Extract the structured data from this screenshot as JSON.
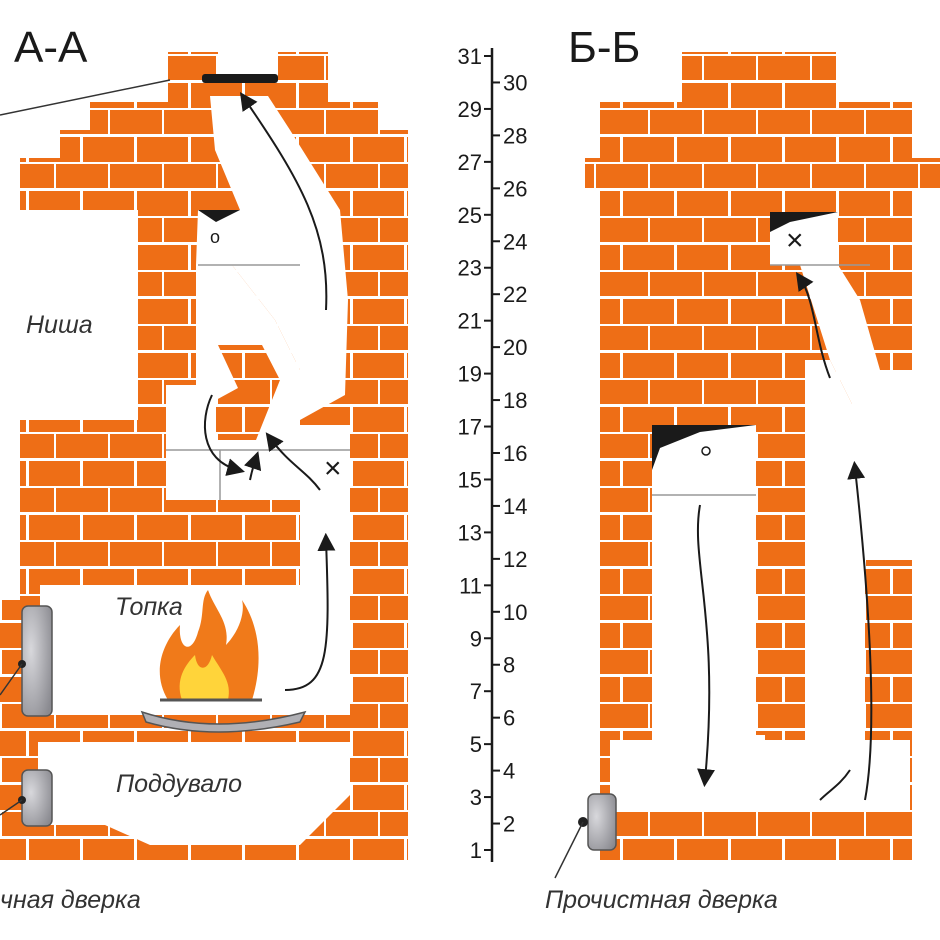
{
  "colors": {
    "brick": "#ee6e16",
    "mortar": "#ffffff",
    "cavity": "#ffffff",
    "line": "#1a1a1a",
    "door": "#9a9aa0",
    "flame_outer": "#f07a1a",
    "flame_inner": "#ffd43a"
  },
  "section_a": {
    "title": "А-А",
    "niche_label": "Ниша",
    "firebox_label": "Топка",
    "ashpit_label": "Поддувало",
    "door_caption": "чная дверка",
    "cross_mark": "×",
    "circle_mark": "o"
  },
  "section_b": {
    "title": "Б-Б",
    "door_caption": "Прочистная дверка",
    "cross_mark": "×"
  },
  "ruler": {
    "odd_labels": [
      "31",
      "29",
      "27",
      "25",
      "23",
      "21",
      "19",
      "17",
      "15",
      "13",
      "11",
      "9",
      "7",
      "5",
      "3",
      "1"
    ],
    "even_labels": [
      "30",
      "28",
      "26",
      "24",
      "22",
      "20",
      "18",
      "16",
      "14",
      "12",
      "10",
      "8",
      "6",
      "4",
      "2"
    ]
  }
}
